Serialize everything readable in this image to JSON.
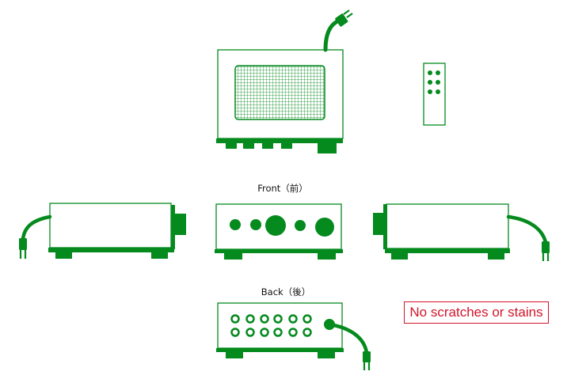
{
  "labels": {
    "front": "Front（前）",
    "back": "Back（後）"
  },
  "note": "No scratches or stains",
  "colors": {
    "device": "#058a1e",
    "note": "#d2142a",
    "text": "#111111"
  },
  "icons": {
    "top_view": "amplifier-top-icon",
    "remote": "remote-control-icon",
    "left_view": "amplifier-left-side-icon",
    "front_view": "amplifier-front-icon",
    "right_view": "amplifier-right-side-icon",
    "back_view": "amplifier-back-icon"
  }
}
